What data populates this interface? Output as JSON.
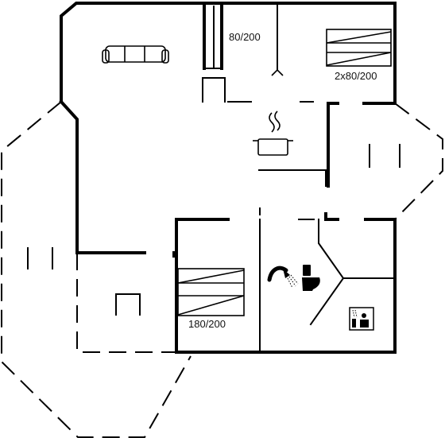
{
  "rooms": {
    "bedroom_north": {
      "bed_label": "80/200"
    },
    "bedroom_northeast": {
      "bed_label": "2x80/200"
    },
    "bedroom_south": {
      "bed_label": "180/200"
    }
  },
  "icons": {
    "sofa": "sofa-icon",
    "pot": "cooking-pot-icon",
    "shower": "shower-icon",
    "toilet": "toilet-icon",
    "washer": "washing-machine-icon"
  },
  "colors": {
    "wall": "#000000",
    "background": "#ffffff"
  }
}
